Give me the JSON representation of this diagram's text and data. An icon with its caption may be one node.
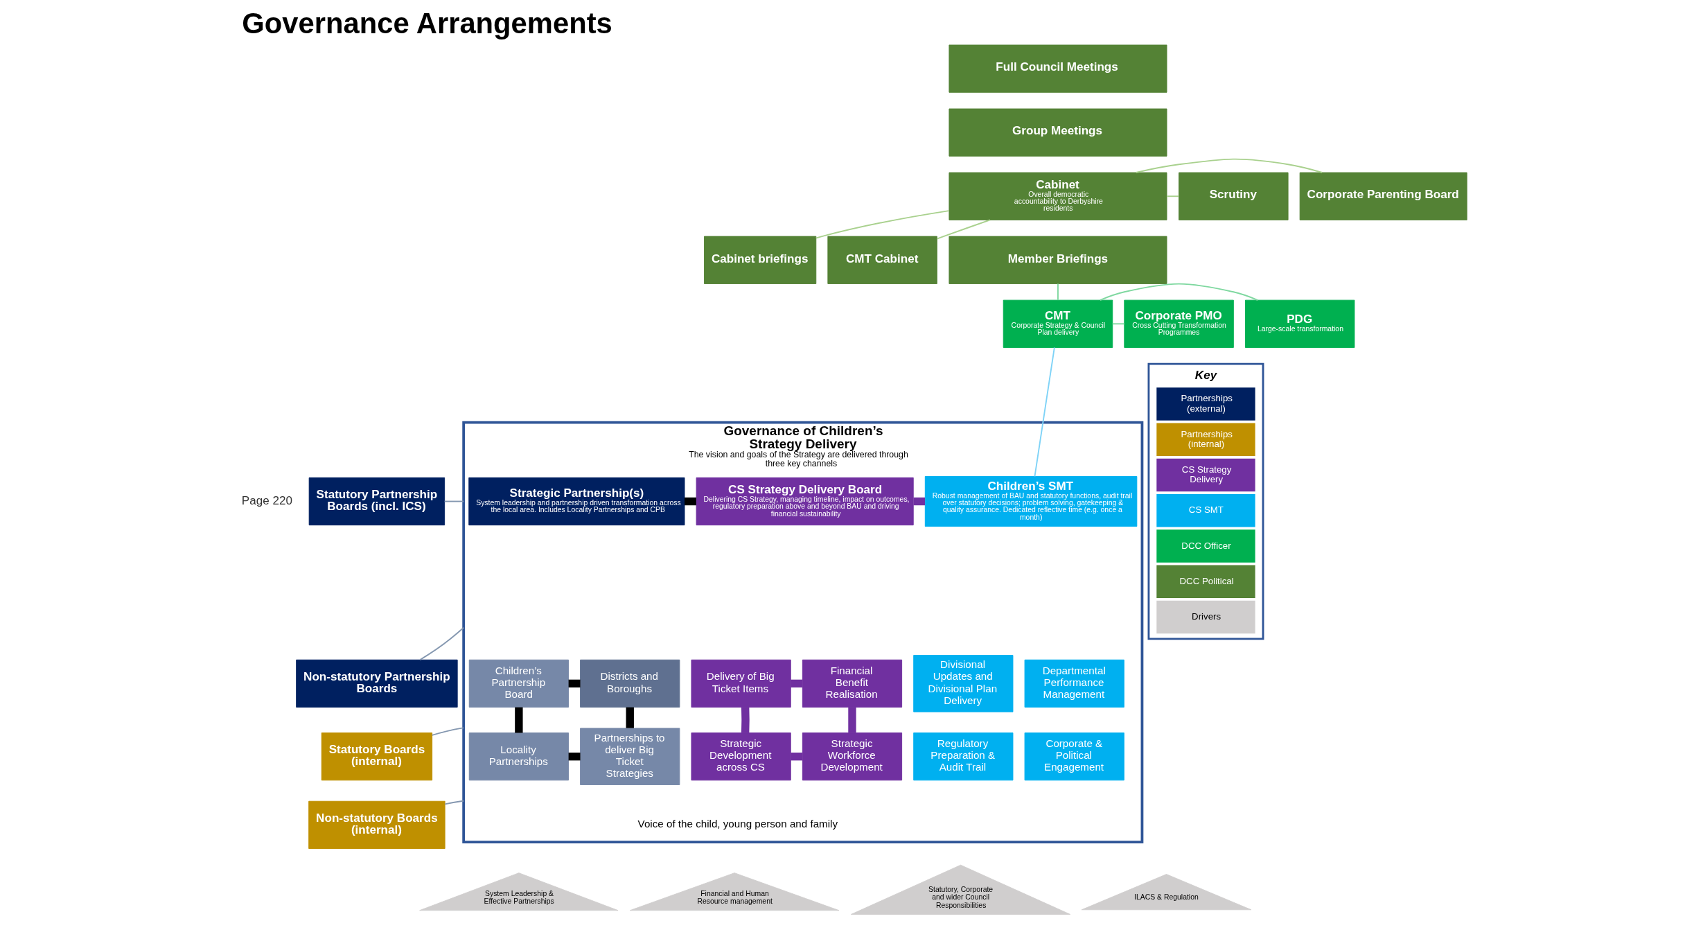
{
  "diagram": {
    "title": "Governance Arrangements",
    "nodes": [
      {
        "text": [
          "Full Council Meetings"
        ]
      },
      {
        "text": [
          "Group Meetings"
        ]
      },
      {
        "text": [
          "Cabinet",
          "Overall democratic accountability to Derbyshire residents"
        ]
      },
      {
        "text": [
          "Member Briefings"
        ]
      },
      {
        "text": [
          "Cabinet briefings"
        ]
      },
      {
        "text": [
          "CMT Cabinet"
        ]
      },
      {
        "text": [
          "Scrutiny"
        ]
      },
      {
        "text": [
          "Corporate Parenting Board"
        ]
      },
      {
        "text": [
          "PDG",
          "Large-scale transformation"
        ]
      },
      {
        "text": [
          "CMT",
          "Corporate Strategy & Council Plan delivery"
        ]
      },
      {
        "text": [
          "Corporate PMO",
          "Cross Cutting Transformation Programmes"
        ]
      },
      {
        "text": [
          "Statutory Partnership Boards (incl. ICS)"
        ]
      },
      {
        "text": [
          "Non-statutory Partnership Boards"
        ]
      },
      {
        "text": [
          "Statutory Boards (internal)"
        ]
      },
      {
        "text": [
          "Non-statutory Boards (internal)"
        ]
      },
      {
        "text": [
          "Governance of Children’s Strategy Delivery",
          "The vision and goals of the Strategy are delivered through three key channels"
        ]
      },
      {
        "text": [
          "Strategic Partnership(s)",
          "System leadership and partnership driven transformation across the local area. Includes Locality Partnerships and CPB"
        ],
        "in": 15
      },
      {
        "text": [
          "CS Strategy Delivery Board",
          "Delivering CS Strategy, managing timeline, impact on outcomes, regulatory preparation above and beyond BAU and driving financial sustainability"
        ],
        "in": 15
      },
      {
        "text": [
          "Children’s SMT",
          "Robust management of BAU and statutory functions, audit trail over statutory decisions; problem solving, gatekeeping & quality assurance. Dedicated reflective time (e.g. once a month)"
        ],
        "in": 15
      },
      {
        "text": [
          "Children’s Partnership Board"
        ],
        "in": 15
      },
      {
        "text": [
          "Districts and Boroughs"
        ],
        "in": 15
      },
      {
        "text": [
          "Locality Partnerships"
        ],
        "in": 15
      },
      {
        "text": [
          "Partnerships to deliver Big Ticket Strategies"
        ],
        "in": 15
      },
      {
        "text": [
          "Delivery of Big Ticket Items"
        ],
        "in": 15
      },
      {
        "text": [
          "Financial Benefit Realisation"
        ],
        "in": 15
      },
      {
        "text": [
          "Strategic Development across CS"
        ],
        "in": 15
      },
      {
        "text": [
          "Strategic Workforce Development"
        ],
        "in": 15
      },
      {
        "text": [
          "Divisional Updates and Divisional Plan Delivery"
        ],
        "in": 15
      },
      {
        "text": [
          "Departmental Performance Management"
        ],
        "in": 15
      },
      {
        "text": [
          "Regulatory Preparation & Audit Trail"
        ],
        "in": 15
      },
      {
        "text": [
          "Corporate & Political Engagement"
        ],
        "in": 15
      },
      {
        "text": [
          "System Leadership & Effective Partnerships"
        ]
      },
      {
        "text": [
          "Financial and Human Resource management"
        ]
      },
      {
        "text": [
          "Statutory, Corporate and wider Council Responsibilities"
        ]
      },
      {
        "text": [
          "ILACS & Regulation"
        ]
      }
    ],
    "edges": [
      {
        "from": 2,
        "to": 4,
        "arrow": "none",
        "color": "#a9d18e"
      },
      {
        "from": 2,
        "to": 5,
        "arrow": "none",
        "color": "#a9d18e"
      },
      {
        "from": 2,
        "to": 6,
        "arrow": "none",
        "color": "#a9d18e"
      },
      {
        "from": 2,
        "to": 7,
        "arrow": "none",
        "color": "#a9d18e"
      },
      {
        "from": 3,
        "to": 9,
        "arrow": "none",
        "color": "#7fd8a0"
      },
      {
        "from": 9,
        "to": 8,
        "arrow": "none",
        "color": "#7fd8a0"
      },
      {
        "from": 9,
        "to": 10,
        "arrow": "none",
        "color": "#7fd8a0"
      },
      {
        "from": 9,
        "to": 18,
        "arrow": "none",
        "color": "#7fd3f7"
      },
      {
        "from": 11,
        "to": 15,
        "arrow": "none",
        "color": "#8497b0"
      },
      {
        "from": 12,
        "to": 15,
        "arrow": "none",
        "color": "#8497b0"
      },
      {
        "from": 13,
        "to": 15,
        "arrow": "none",
        "color": "#8497b0"
      },
      {
        "from": 14,
        "to": 15,
        "arrow": "none",
        "color": "#8497b0"
      },
      {
        "from": 16,
        "to": 17,
        "arrow": "none",
        "style": "thick",
        "color": "#000000"
      },
      {
        "from": 17,
        "to": 18,
        "arrow": "none",
        "style": "thick",
        "color": "#7030a0"
      },
      {
        "from": 19,
        "to": 20,
        "arrow": "none",
        "style": "thick",
        "color": "#000000"
      },
      {
        "from": 19,
        "to": 21,
        "arrow": "none",
        "style": "thick",
        "color": "#000000"
      },
      {
        "from": 20,
        "to": 22,
        "arrow": "none",
        "style": "thick",
        "color": "#000000"
      },
      {
        "from": 21,
        "to": 22,
        "arrow": "none",
        "style": "thick",
        "color": "#000000"
      },
      {
        "from": 23,
        "to": 24,
        "arrow": "none",
        "style": "thick",
        "color": "#7030a0"
      },
      {
        "from": 23,
        "to": 25,
        "arrow": "none",
        "style": "thick",
        "color": "#7030a0"
      },
      {
        "from": 24,
        "to": 26,
        "arrow": "none",
        "style": "thick",
        "color": "#7030a0"
      },
      {
        "from": 25,
        "to": 26,
        "arrow": "none",
        "style": "thick",
        "color": "#7030a0"
      }
    ],
    "labels": [
      "Page 220",
      "Voice of the child, young person and family",
      "Key"
    ],
    "legend": [
      {
        "text": "Partnerships (external)",
        "color": "#002060"
      },
      {
        "text": "Partnerships (internal)",
        "color": "#bf9000"
      },
      {
        "text": "CS Strategy Delivery",
        "color": "#7030a0"
      },
      {
        "text": "CS SMT",
        "color": "#00b0f0"
      },
      {
        "text": "DCC Officer",
        "color": "#00b050"
      },
      {
        "text": "DCC Political",
        "color": "#548235"
      },
      {
        "text": "Drivers"
      }
    ]
  }
}
